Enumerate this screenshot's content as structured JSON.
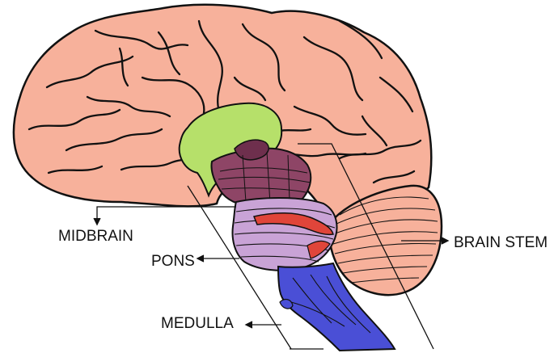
{
  "labels": {
    "midbrain": "MIDBRAIN",
    "pons": "PONS",
    "medulla": "MEDULLA",
    "brain_stem": "BRAIN STEM"
  },
  "colors": {
    "cerebrum": "#F7B19B",
    "cerebellum": "#F7B19B",
    "thalamus": "#B6E06A",
    "midbrain": "#8E4566",
    "pons": "#C9A3D6",
    "medulla": "#4A4FD6",
    "artery": "#E0453A",
    "outline": "#111111"
  }
}
